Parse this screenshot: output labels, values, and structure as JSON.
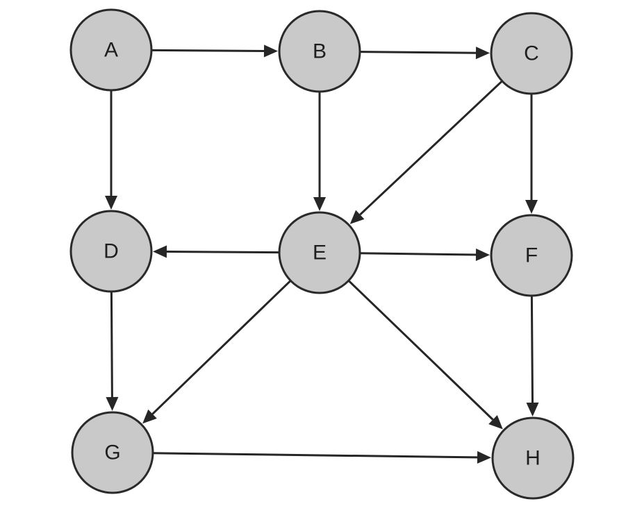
{
  "graph": {
    "nodes": [
      {
        "id": "A",
        "label": "A"
      },
      {
        "id": "B",
        "label": "B"
      },
      {
        "id": "C",
        "label": "C"
      },
      {
        "id": "D",
        "label": "D"
      },
      {
        "id": "E",
        "label": "E"
      },
      {
        "id": "F",
        "label": "F"
      },
      {
        "id": "G",
        "label": "G"
      },
      {
        "id": "H",
        "label": "H"
      }
    ],
    "edges": [
      {
        "from": "A",
        "to": "B"
      },
      {
        "from": "A",
        "to": "D"
      },
      {
        "from": "B",
        "to": "C"
      },
      {
        "from": "B",
        "to": "E"
      },
      {
        "from": "C",
        "to": "E"
      },
      {
        "from": "C",
        "to": "F"
      },
      {
        "from": "E",
        "to": "D"
      },
      {
        "from": "E",
        "to": "F"
      },
      {
        "from": "E",
        "to": "G"
      },
      {
        "from": "E",
        "to": "H"
      },
      {
        "from": "D",
        "to": "G"
      },
      {
        "from": "F",
        "to": "H"
      },
      {
        "from": "G",
        "to": "H"
      }
    ],
    "colors": {
      "node_fill": "#c9c9c9",
      "node_stroke": "#2a2a2a",
      "edge": "#262626"
    }
  }
}
